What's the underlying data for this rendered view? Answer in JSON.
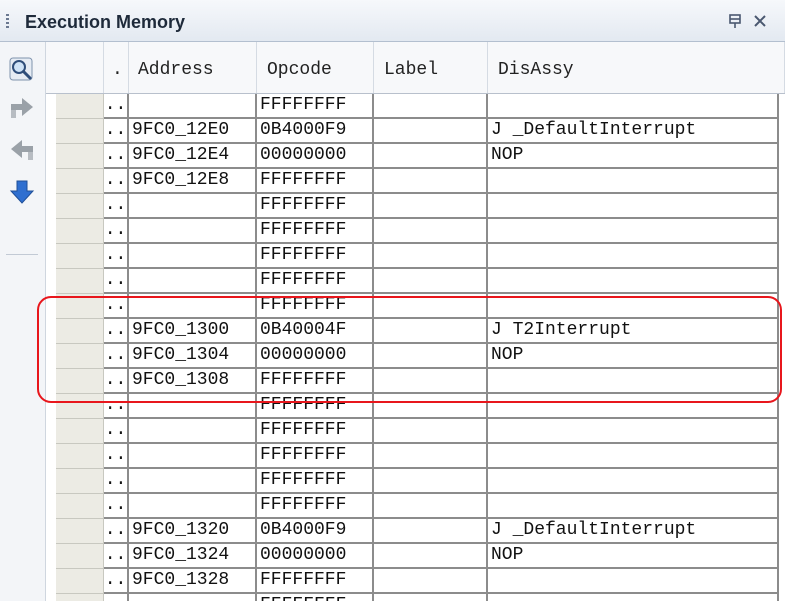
{
  "window": {
    "title": "Execution Memory",
    "pin_icon": "pin-icon",
    "close_icon": "close-icon"
  },
  "toolbar": {
    "items": [
      {
        "icon": "magnifier-icon"
      },
      {
        "icon": "arrow-right-icon"
      },
      {
        "icon": "arrow-left-icon"
      },
      {
        "icon": "arrow-down-icon"
      }
    ]
  },
  "table": {
    "columns": [
      ".",
      "Address",
      "Opcode",
      "Label",
      "DisAssy"
    ],
    "rows": [
      {
        "dot": "..",
        "address": "",
        "opcode": "FFFFFFFF",
        "label": "",
        "disassy": ""
      },
      {
        "dot": "..",
        "address": "9FC0_12E0",
        "opcode": "0B4000F9",
        "label": "",
        "disassy": "J _DefaultInterrupt"
      },
      {
        "dot": "..",
        "address": "9FC0_12E4",
        "opcode": "00000000",
        "label": "",
        "disassy": "NOP"
      },
      {
        "dot": "..",
        "address": "9FC0_12E8",
        "opcode": "FFFFFFFF",
        "label": "",
        "disassy": ""
      },
      {
        "dot": "..",
        "address": "",
        "opcode": "FFFFFFFF",
        "label": "",
        "disassy": ""
      },
      {
        "dot": "..",
        "address": "",
        "opcode": "FFFFFFFF",
        "label": "",
        "disassy": ""
      },
      {
        "dot": "..",
        "address": "",
        "opcode": "FFFFFFFF",
        "label": "",
        "disassy": ""
      },
      {
        "dot": "..",
        "address": "",
        "opcode": "FFFFFFFF",
        "label": "",
        "disassy": ""
      },
      {
        "dot": "..",
        "address": "",
        "opcode": "FFFFFFFF",
        "label": "",
        "disassy": ""
      },
      {
        "dot": "..",
        "address": "9FC0_1300",
        "opcode": "0B40004F",
        "label": "",
        "disassy": "J T2Interrupt"
      },
      {
        "dot": "..",
        "address": "9FC0_1304",
        "opcode": "00000000",
        "label": "",
        "disassy": "NOP"
      },
      {
        "dot": "..",
        "address": "9FC0_1308",
        "opcode": "FFFFFFFF",
        "label": "",
        "disassy": ""
      },
      {
        "dot": "..",
        "address": "",
        "opcode": "FFFFFFFF",
        "label": "",
        "disassy": ""
      },
      {
        "dot": "..",
        "address": "",
        "opcode": "FFFFFFFF",
        "label": "",
        "disassy": ""
      },
      {
        "dot": "..",
        "address": "",
        "opcode": "FFFFFFFF",
        "label": "",
        "disassy": ""
      },
      {
        "dot": "..",
        "address": "",
        "opcode": "FFFFFFFF",
        "label": "",
        "disassy": ""
      },
      {
        "dot": "..",
        "address": "",
        "opcode": "FFFFFFFF",
        "label": "",
        "disassy": ""
      },
      {
        "dot": "..",
        "address": "9FC0_1320",
        "opcode": "0B4000F9",
        "label": "",
        "disassy": "J _DefaultInterrupt"
      },
      {
        "dot": "..",
        "address": "9FC0_1324",
        "opcode": "00000000",
        "label": "",
        "disassy": "NOP"
      },
      {
        "dot": "..",
        "address": "9FC0_1328",
        "opcode": "FFFFFFFF",
        "label": "",
        "disassy": ""
      },
      {
        "dot": "..",
        "address": "",
        "opcode": "FFFFFFFF",
        "label": "",
        "disassy": ""
      }
    ]
  },
  "highlight": {
    "color": "#e8161c"
  }
}
